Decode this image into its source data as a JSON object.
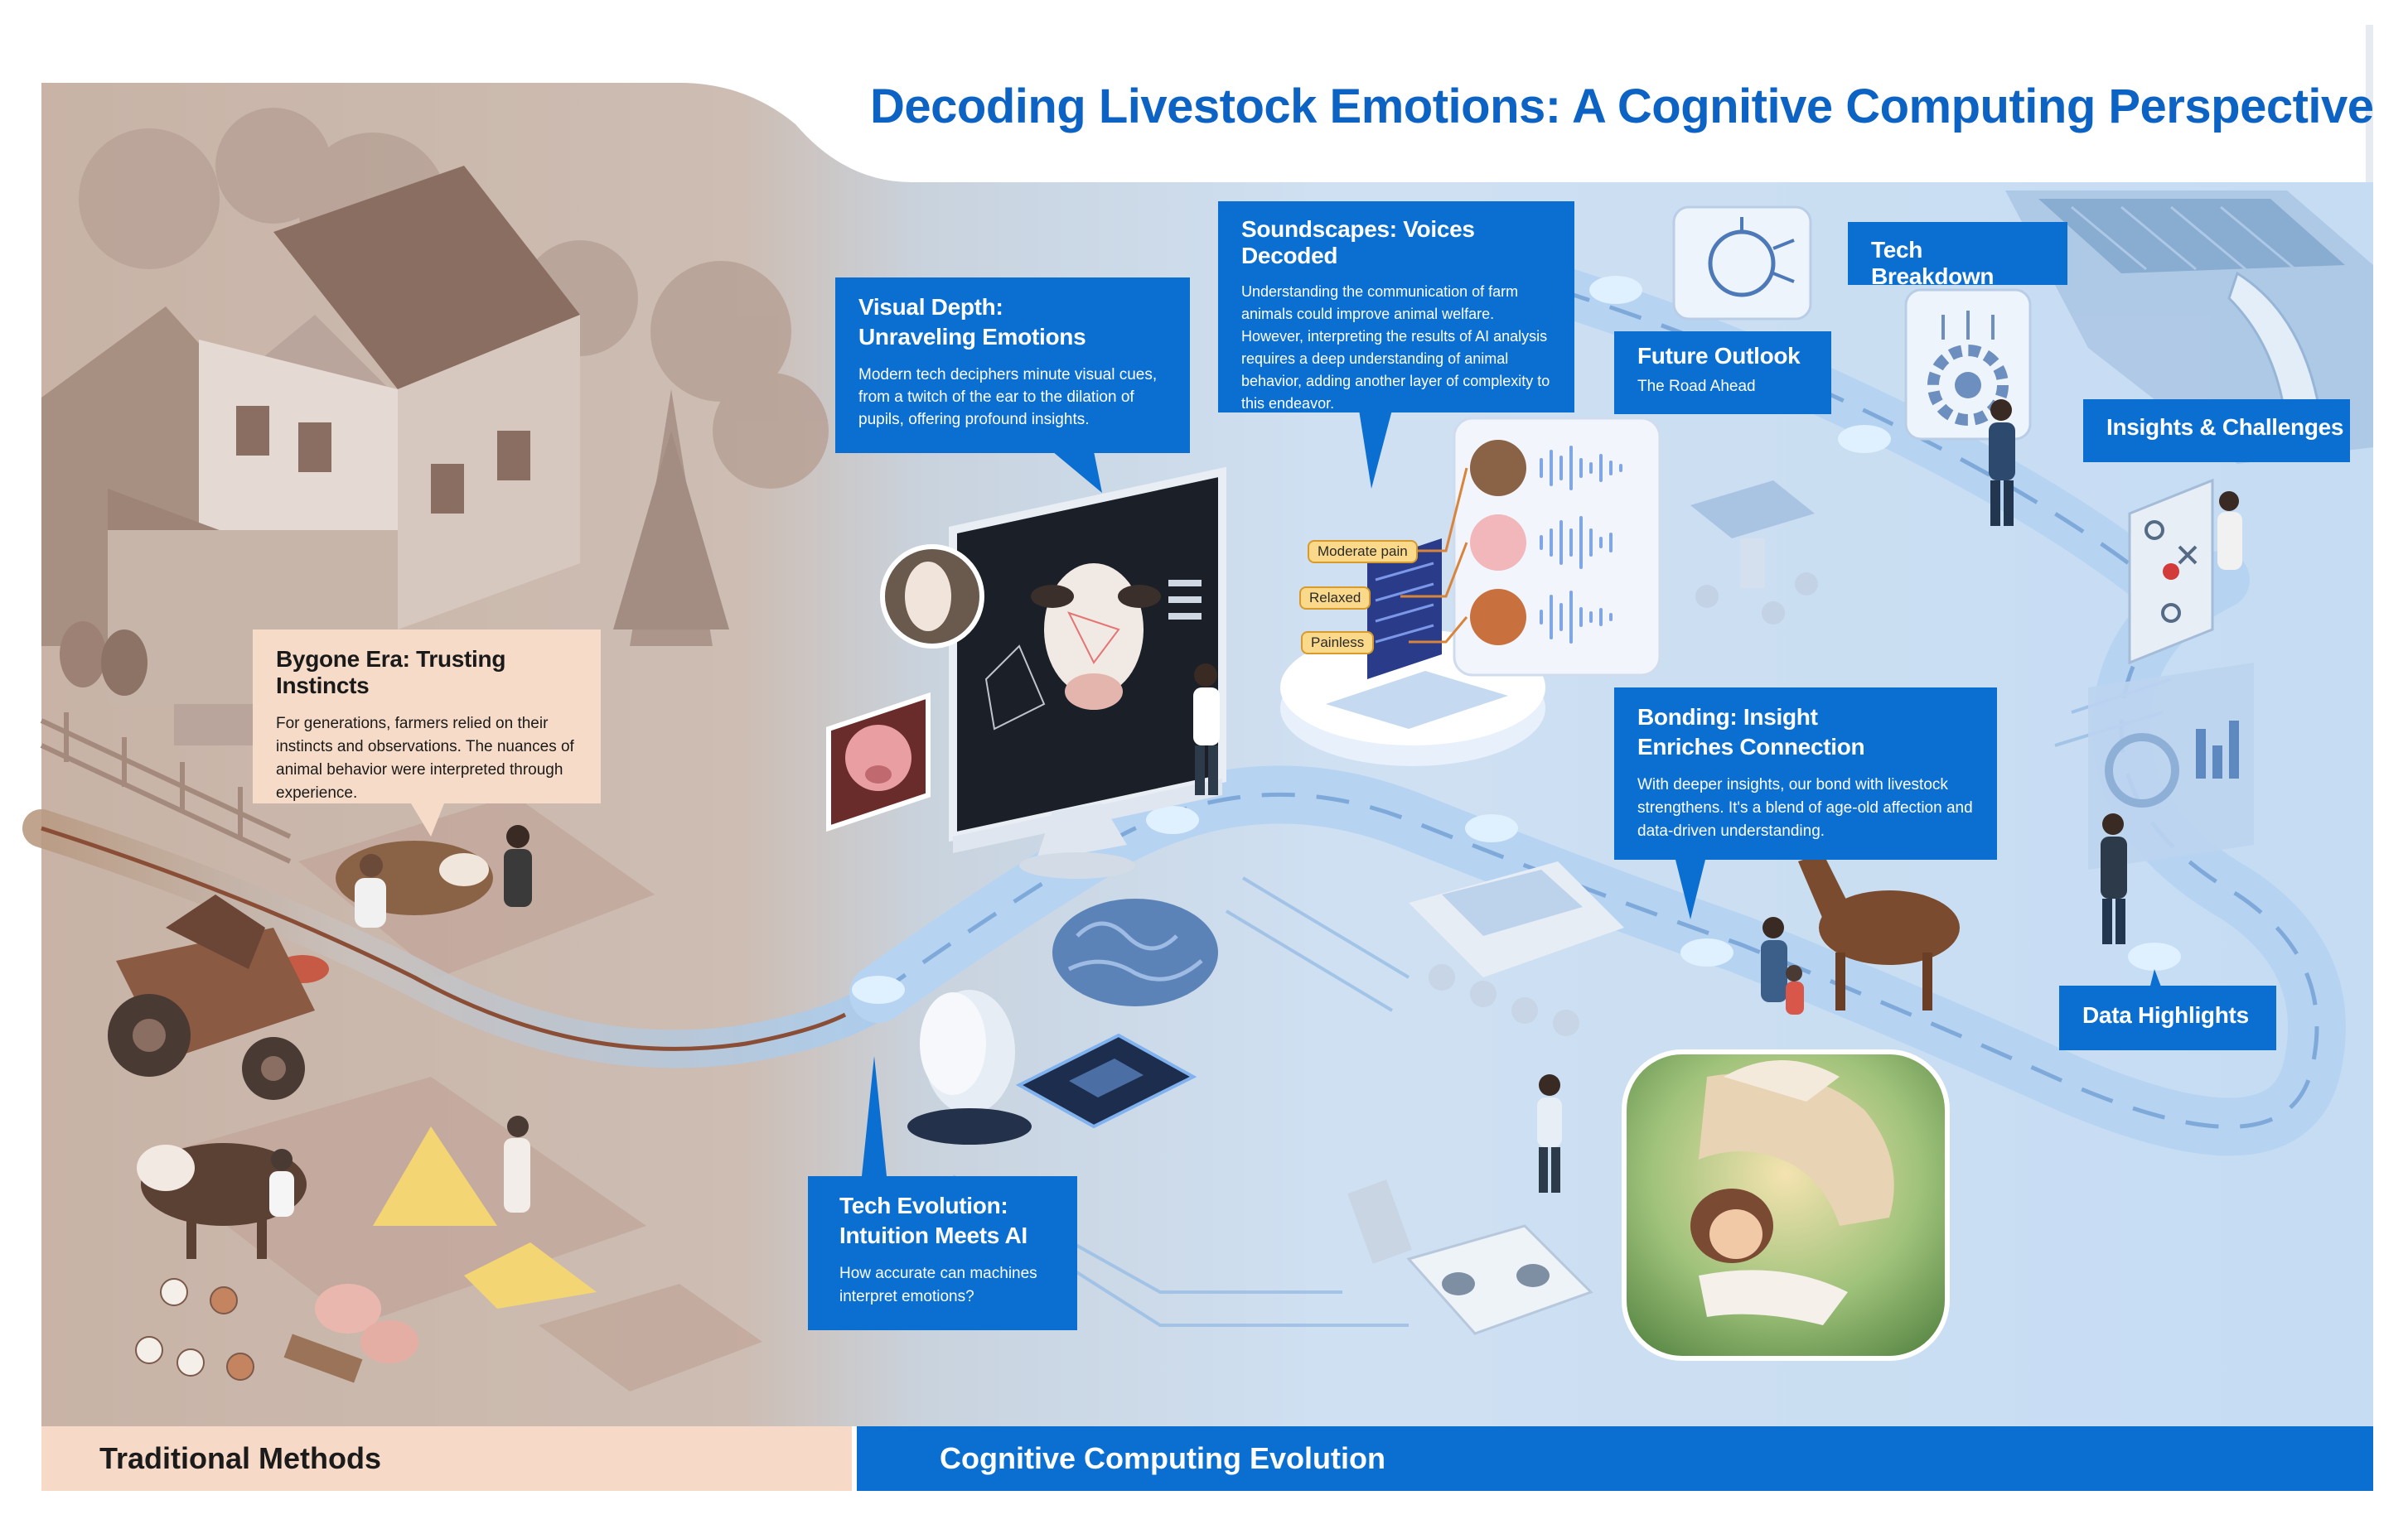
{
  "title": "Decoding Livestock Emotions: A Cognitive Computing Perspective",
  "boxes": {
    "bygone": {
      "heading": "Bygone Era: Trusting Instincts",
      "body": "For generations, farmers relied on their instincts and observations. The nuances of animal behavior were interpreted through experience."
    },
    "visual": {
      "heading1": "Visual Depth:",
      "heading2": "Unraveling Emotions",
      "body": "Modern tech deciphers minute visual cues, from a twitch of the ear to the dilation of pupils, offering profound insights."
    },
    "sound": {
      "heading": "Soundscapes: Voices Decoded",
      "body": "Understanding the communication of farm animals could improve animal welfare. However, interpreting the results of AI analysis requires a deep understanding of animal behavior, adding another layer of complexity to this endeavor."
    },
    "future": {
      "heading": "Future Outlook",
      "sub": "The Road Ahead"
    },
    "tech_breakdown": {
      "heading": "Tech Breakdown"
    },
    "insights": {
      "heading": "Insights & Challenges"
    },
    "bonding": {
      "heading1": "Bonding: Insight",
      "heading2": "Enriches Connection",
      "body": "With deeper insights, our bond with livestock strengthens. It's a blend of age-old affection and data-driven understanding."
    },
    "data_highlights": {
      "heading": "Data Highlights"
    },
    "tech_evolution": {
      "heading1": "Tech Evolution:",
      "heading2": "Intuition Meets AI",
      "body": "How accurate can machines interpret emotions?"
    }
  },
  "emotion_tags": [
    "Moderate pain",
    "Relaxed",
    "Painless"
  ],
  "footer": {
    "left": "Traditional Methods",
    "right": "Cognitive Computing Evolution"
  },
  "colors": {
    "brand_blue": "#0a6fd1",
    "title_blue": "#0d63c4",
    "peach": "#f6dcc8",
    "sepia_bg": "#cbb7aa",
    "light_blue_bg": "#cfe2f5"
  }
}
